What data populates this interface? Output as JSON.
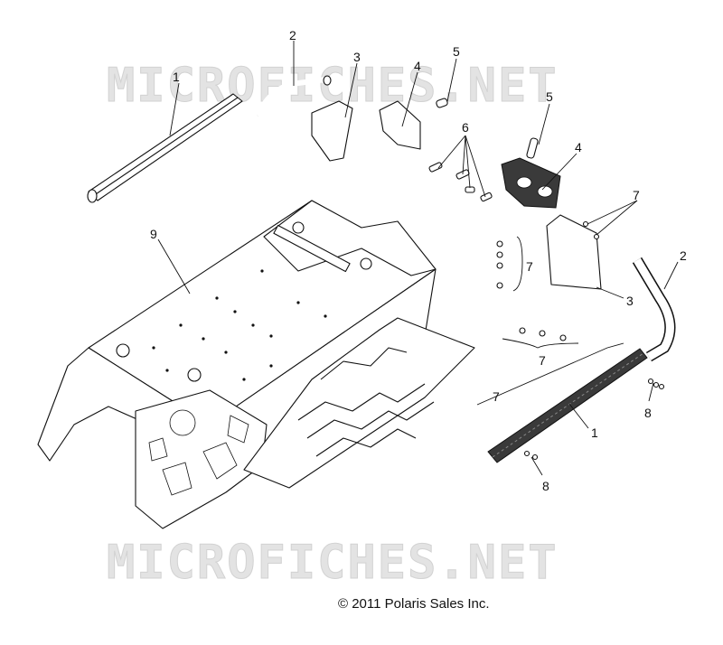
{
  "watermark": {
    "text": "MICROFICHES.NET"
  },
  "copyright": "© 2011 Polaris Sales Inc.",
  "callouts": {
    "rail_left": "1",
    "rail_right": "1",
    "handle_top": "2",
    "handle_right": "2",
    "bracket_left": "3",
    "bracket_right": "3",
    "mount_left": "4",
    "mount_right": "4",
    "pin_top": "5",
    "pin_right": "5",
    "bolts": "6",
    "rivets_bracket": "7",
    "rivets_column": "7",
    "rivets_row": "7",
    "rivets_rail": "7",
    "fasteners_rail_end": "8",
    "fasteners_rail_start": "8",
    "tunnel": "9"
  }
}
